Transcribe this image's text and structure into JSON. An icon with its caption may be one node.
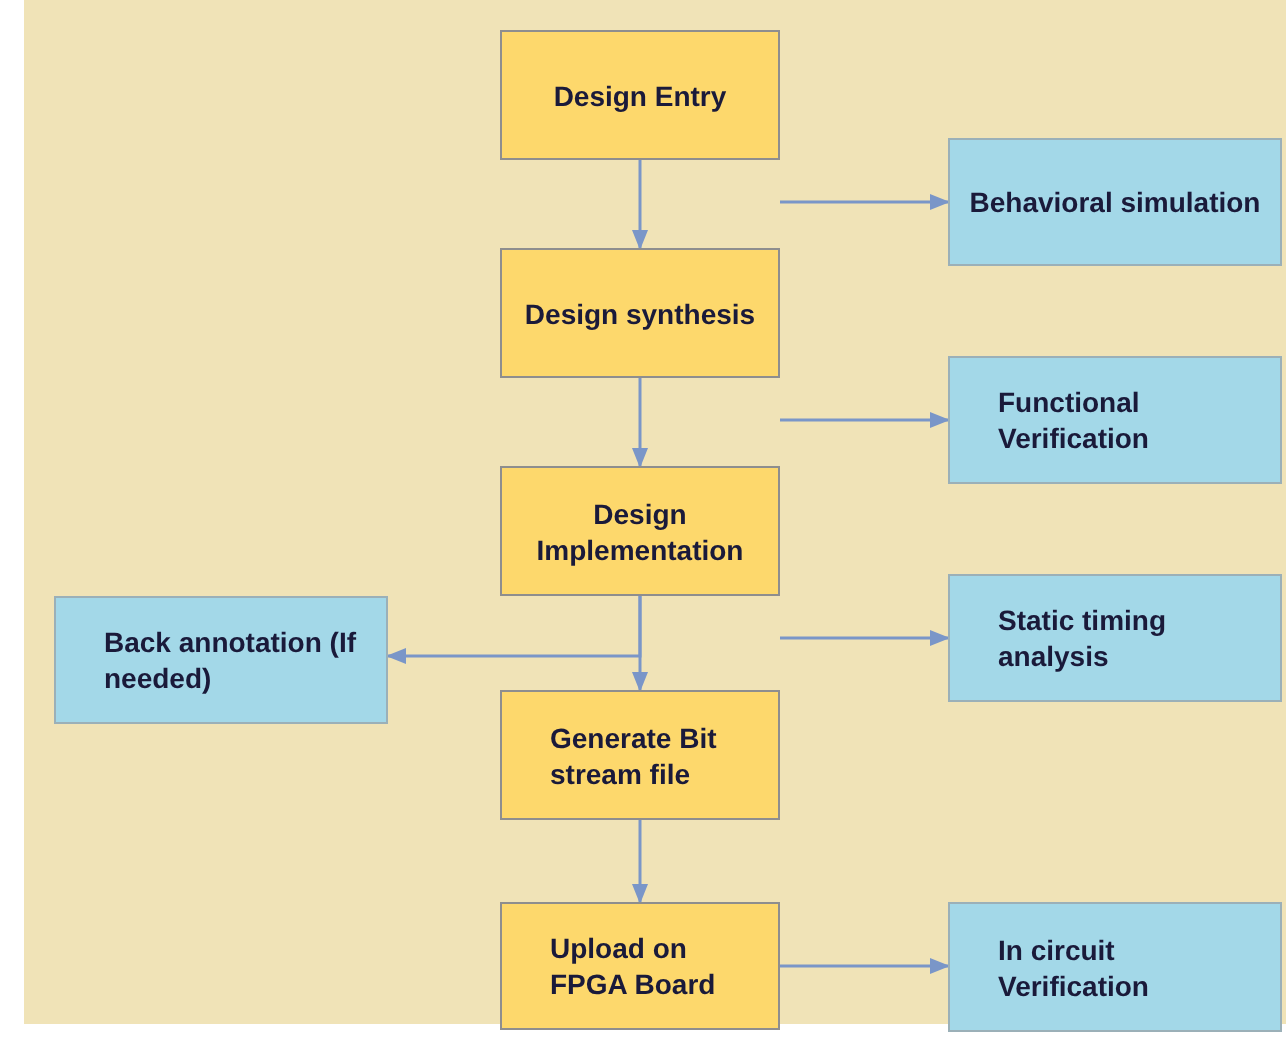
{
  "diagram": {
    "nodes": [
      {
        "text": [
          "Design Entry"
        ]
      },
      {
        "text": [
          "Behavioral simulation"
        ]
      },
      {
        "text": [
          "Design synthesis"
        ]
      },
      {
        "text": [
          "Functional Verification"
        ]
      },
      {
        "text": [
          "Design Implementation"
        ]
      },
      {
        "text": [
          "Static timing analysis"
        ]
      },
      {
        "text": [
          "Back annotation (If needed)"
        ]
      },
      {
        "text": [
          "Generate Bit stream file"
        ]
      },
      {
        "text": [
          "Upload on FPGA Board"
        ]
      },
      {
        "text": [
          "In circuit Verification"
        ]
      }
    ],
    "edges": [
      {
        "from": 0,
        "to": 2,
        "arrow": "to"
      },
      {
        "from": 0,
        "to": 1,
        "arrow": "to"
      },
      {
        "from": 2,
        "to": 4,
        "arrow": "to"
      },
      {
        "from": 2,
        "to": 3,
        "arrow": "to"
      },
      {
        "from": 4,
        "to": 7,
        "arrow": "to"
      },
      {
        "from": 4,
        "to": 5,
        "arrow": "to"
      },
      {
        "from": 4,
        "to": 6,
        "arrow": "to"
      },
      {
        "from": 7,
        "to": 8,
        "arrow": "to"
      },
      {
        "from": 8,
        "to": 9,
        "arrow": "to"
      }
    ]
  }
}
